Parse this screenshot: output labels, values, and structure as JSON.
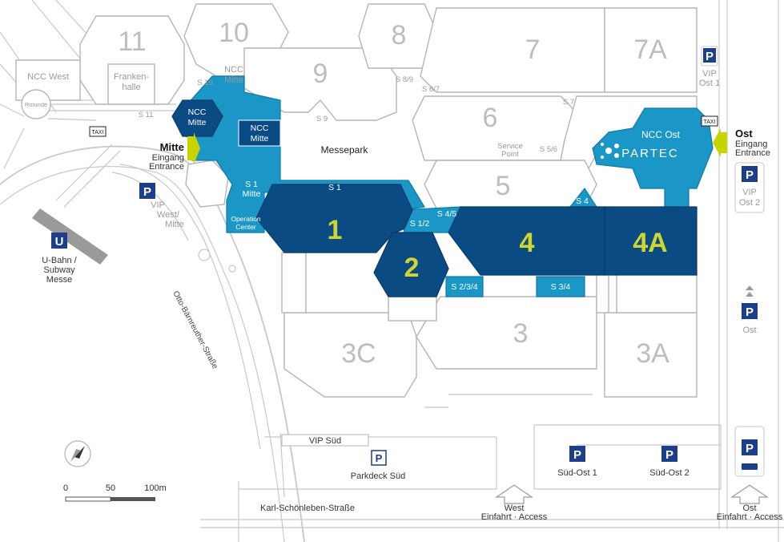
{
  "halls": {
    "h11": "11",
    "h10": "10",
    "h9": "9",
    "h8": "8",
    "h7": "7",
    "h7a": "7A",
    "h6": "6",
    "h5": "5",
    "h1": "1",
    "h2": "2",
    "h4": "4",
    "h4a": "4A",
    "h3": "3",
    "h3a": "3A",
    "h3c": "3C"
  },
  "areas": {
    "ncc_west": "NCC West",
    "frankenhalle_1": "Franken-",
    "frankenhalle_2": "halle",
    "ncc_mitte_top_1": "NCC",
    "ncc_mitte_top_2": "Mitte",
    "ncc_mitte_hex_1": "NCC",
    "ncc_mitte_hex_2": "Mitte",
    "ncc_mitte_box_1": "NCC",
    "ncc_mitte_box_2": "Mitte",
    "ncc_ost": "NCC Ost",
    "partec": "PARTEC",
    "messepark": "Messepark",
    "rotunde": "Rotunde",
    "service_1": "Service",
    "service_2": "Point",
    "operation_1": "Operation",
    "operation_2": "Center"
  },
  "passages": {
    "s11": "S 11",
    "s10": "S 10",
    "s9": "S 9",
    "s89": "S 8/9",
    "s67": "S 6/7",
    "s7": "S 7",
    "s56": "S 5/6",
    "s4": "S 4",
    "s1": "S 1",
    "s1m_1": "S 1",
    "s1m_2": "Mitte",
    "s45": "S 4/5",
    "s12": "S 1/2",
    "s234": "S 2/3/4",
    "s34": "S 3/4"
  },
  "entrances": {
    "mitte_title": "Mitte",
    "mitte_sub1": "Eingang",
    "mitte_sub2": "Entrance",
    "ost_title": "Ost",
    "ost_sub1": "Eingang",
    "ost_sub2": "Entrance"
  },
  "parking": {
    "p_symbol": "P",
    "vip_ost1_1": "VIP",
    "vip_ost1_2": "Ost 1",
    "vip_ost2_1": "VIP",
    "vip_ost2_2": "Ost 2",
    "vip_west_1": "VIP",
    "vip_west_2": "West/",
    "vip_west_3": "Mitte",
    "ost": "Ost",
    "sued_ost1": "Süd-Ost 1",
    "sued_ost2": "Süd-Ost 2",
    "vip_sued": "VIP Süd",
    "parkdeck_sued": "Parkdeck Süd"
  },
  "taxi": {
    "label": "TAXI"
  },
  "transit": {
    "u_symbol": "U",
    "line1": "U-Bahn /",
    "line2": "Subway",
    "line3": "Messe"
  },
  "streets": {
    "otto": "Otto-Bärnreuther-Straße",
    "karl": "Karl-Schönleben-Straße"
  },
  "access": {
    "west_1": "West",
    "west_2": "Einfahrt · Access",
    "ost_1": "Ost",
    "ost_2": "Einfahrt · Access"
  },
  "scale": {
    "t0": "0",
    "t50": "50",
    "t100": "100m"
  },
  "colors": {
    "hall_dark": "#0b4b84",
    "hall_light": "#1a97c7",
    "hall_label": "#cfd630",
    "entrance_arrow": "#c8d400",
    "parking": "#1d3f8a"
  }
}
